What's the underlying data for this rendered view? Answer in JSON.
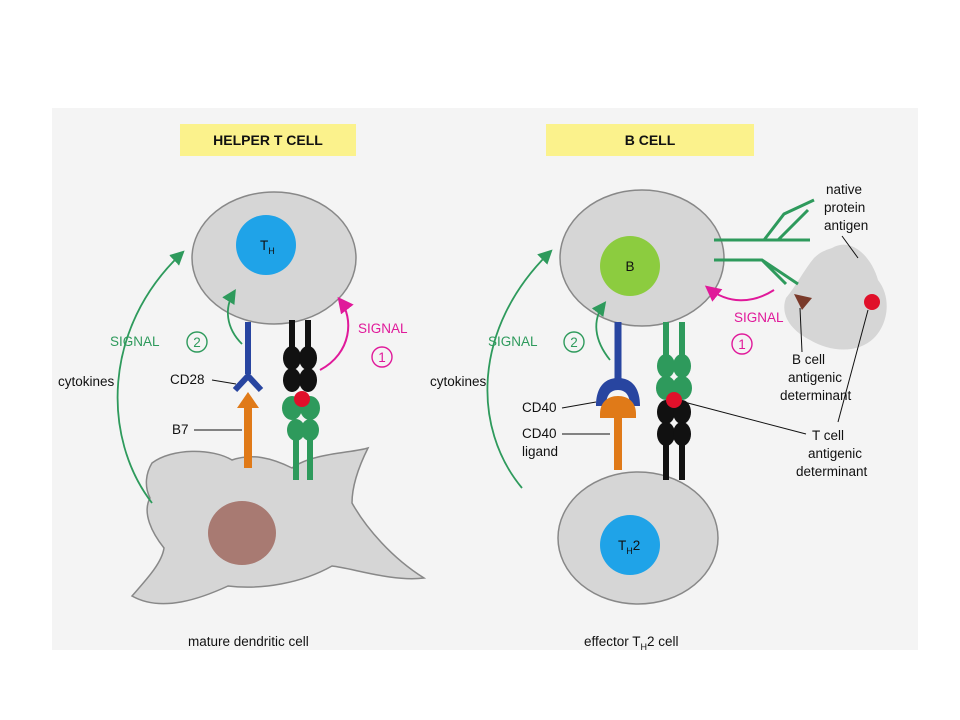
{
  "panels": {
    "left": {
      "title": "HELPER T CELL",
      "cell_label": "T",
      "cell_sub": "H",
      "signal_green": "SIGNAL",
      "signal_green_num": "2",
      "signal_pink": "SIGNAL",
      "signal_pink_num": "1",
      "cytokines": "cytokines",
      "cd28": "CD28",
      "b7": "B7",
      "bottom_caption": "mature dendritic cell"
    },
    "right": {
      "title": "B CELL",
      "cell_label": "B",
      "signal_green": "SIGNAL",
      "signal_green_num": "2",
      "signal_pink": "SIGNAL",
      "signal_pink_num": "1",
      "cytokines": "cytokines",
      "cd40": "CD40",
      "cd40_ligand_1": "CD40",
      "cd40_ligand_2": "ligand",
      "th2_label": "T",
      "th2_sub": "H",
      "th2_suffix": "2",
      "native_1": "native",
      "native_2": "protein",
      "native_3": "antigen",
      "bcell_det_1": "B cell",
      "bcell_det_2": "antigenic",
      "bcell_det_3": "determinant",
      "tcell_det_1": "T cell",
      "tcell_det_2": "antigenic",
      "tcell_det_3": "determinant",
      "bottom_caption_pre": "effector T",
      "bottom_caption_sub": "H",
      "bottom_caption_post": "2 cell"
    }
  },
  "colors": {
    "cell_grey": "#d6d6d6",
    "title_bg": "#fbf28c",
    "th_blue": "#1fa3e8",
    "b_green": "#8ccc3f",
    "dendritic_nucleus": "#a87a72",
    "receptor_green": "#2e9a5c",
    "receptor_black": "#111111",
    "antigen_red": "#e0102a",
    "signal_pink": "#e0199a",
    "cd28_blue": "#2845a0",
    "b7_orange": "#e07a18"
  }
}
